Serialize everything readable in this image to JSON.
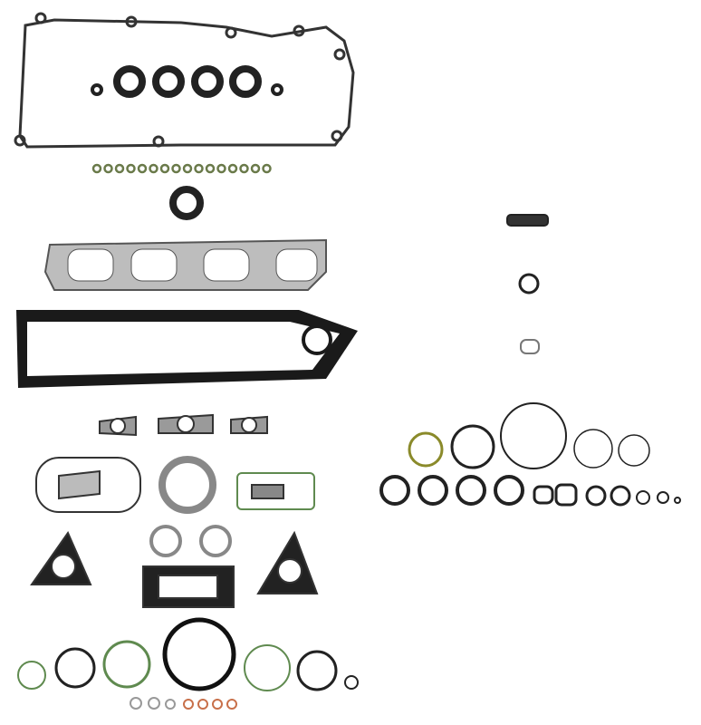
{
  "image": {
    "subject": "gasket-set-product-photo",
    "colors": {
      "background": "#ffffff",
      "gasket_black": "#1a1a1a",
      "seal_green": "#5f8a4f",
      "metal_gray": "#9a9a9a",
      "copper": "#c8704a",
      "olive": "#8a8a2a"
    },
    "parts": [
      "valve-cover-gasket",
      "injector-seals",
      "valve-stem-seals",
      "crankshaft-seal",
      "exhaust-manifold-gasket",
      "intake-manifold-gasket",
      "egr-gaskets",
      "turbo-gaskets",
      "o-rings",
      "copper-washers"
    ]
  }
}
